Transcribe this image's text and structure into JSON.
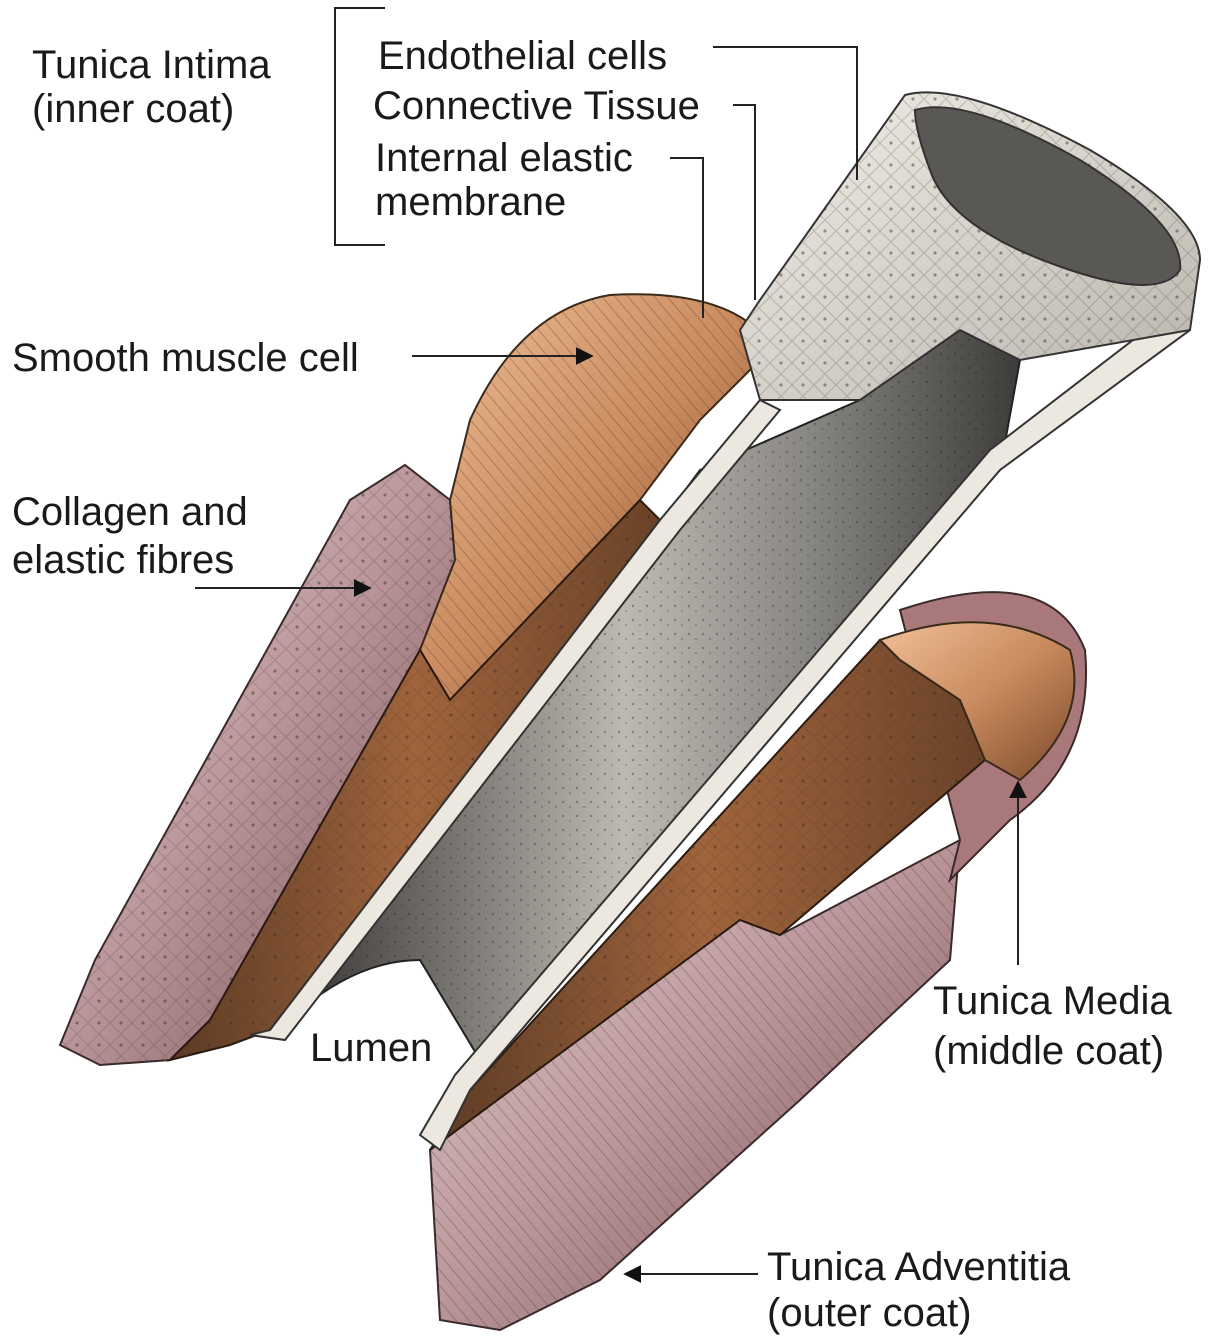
{
  "title": "",
  "labels": {
    "tunica_intima": "Tunica Intima",
    "tunica_intima_sub": "(inner coat)",
    "endothelial_cells": "Endothelial cells",
    "connective_tissue": "Connective Tissue",
    "internal_elastic_1": "Internal elastic",
    "internal_elastic_2": "membrane",
    "smooth_muscle_cell": "Smooth muscle cell",
    "collagen_1": "Collagen and",
    "collagen_2": "elastic fibres",
    "lumen": "Lumen",
    "tunica_media": "Tunica Media",
    "tunica_media_sub": "(middle coat)",
    "tunica_adventitia": "Tunica Adventitia",
    "tunica_adventitia_sub": "(outer coat)"
  },
  "colors": {
    "adventitia": "#b89498",
    "adventitia_dark": "#6e4a4e",
    "media": "#c98a5e",
    "media_dark": "#7a4a2a",
    "intima": "#d8d4cc",
    "lumen": "#8a8884",
    "label": "#1a1a1a",
    "line": "#222222"
  }
}
